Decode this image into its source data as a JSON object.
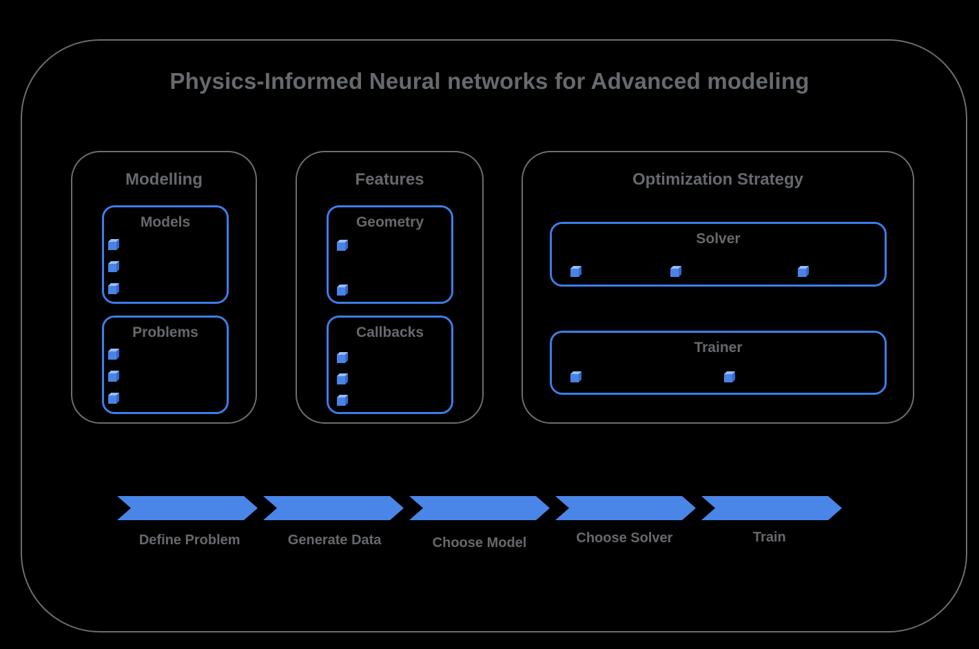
{
  "title": "Physics-Informed Neural networks for Advanced modeling",
  "colors": {
    "arrow_blue": "#4a86e8",
    "box_border_blue": "#3e7de8",
    "cube_front": "#4a83e6",
    "cube_top": "#99bcf5",
    "cube_side": "#3569cf",
    "outline_gray": "#6e6e6e",
    "text_gray": "#66696d",
    "background": "#000000"
  },
  "sections": [
    {
      "title": "Modelling",
      "groups": [
        {
          "title": "Models",
          "bullets": 3
        },
        {
          "title": "Problems",
          "bullets": 3
        }
      ]
    },
    {
      "title": "Features",
      "groups": [
        {
          "title": "Geometry",
          "bullets": 2
        },
        {
          "title": "Callbacks",
          "bullets": 3
        }
      ]
    },
    {
      "title": "Optimization Strategy",
      "groups": [
        {
          "title": "Solver",
          "bullets": 3
        },
        {
          "title": "Trainer",
          "bullets": 2
        }
      ]
    }
  ],
  "flow": {
    "steps": [
      "Define Problem",
      "Generate Data",
      "Choose Model",
      "Choose Solver",
      "Train"
    ]
  },
  "icons": {
    "bullet": "cube-icon"
  }
}
